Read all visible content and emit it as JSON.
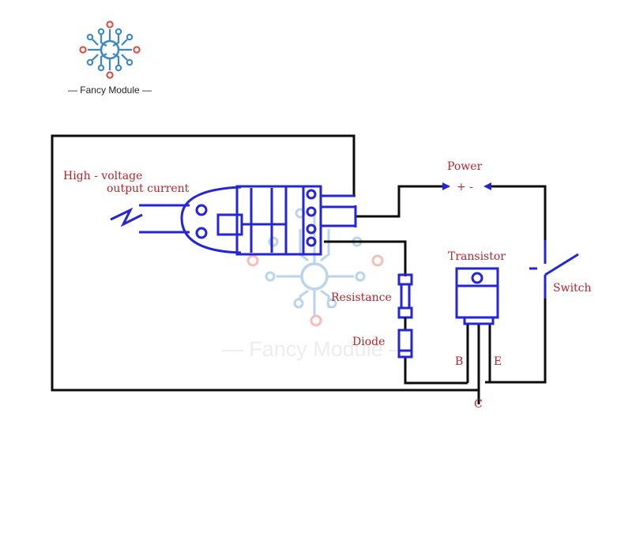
{
  "logo": {
    "text": "— Fancy Module —"
  },
  "watermark": {
    "text": "— Fancy Module —"
  },
  "labels": {
    "hv_line1": "High - voltage",
    "hv_line2": "output current",
    "power": "Power",
    "power_polarity": "+ -",
    "transistor": "Transistor",
    "switch": "Switch",
    "resistance": "Resistance",
    "diode": "Diode",
    "pin_b": "B",
    "pin_e": "E",
    "pin_c": "C"
  },
  "colors": {
    "wire": "#0c0c0c",
    "component": "#2424d8",
    "label": "#b5232b",
    "logo_blue": "#3a86c8",
    "logo_red": "#e0453a"
  }
}
